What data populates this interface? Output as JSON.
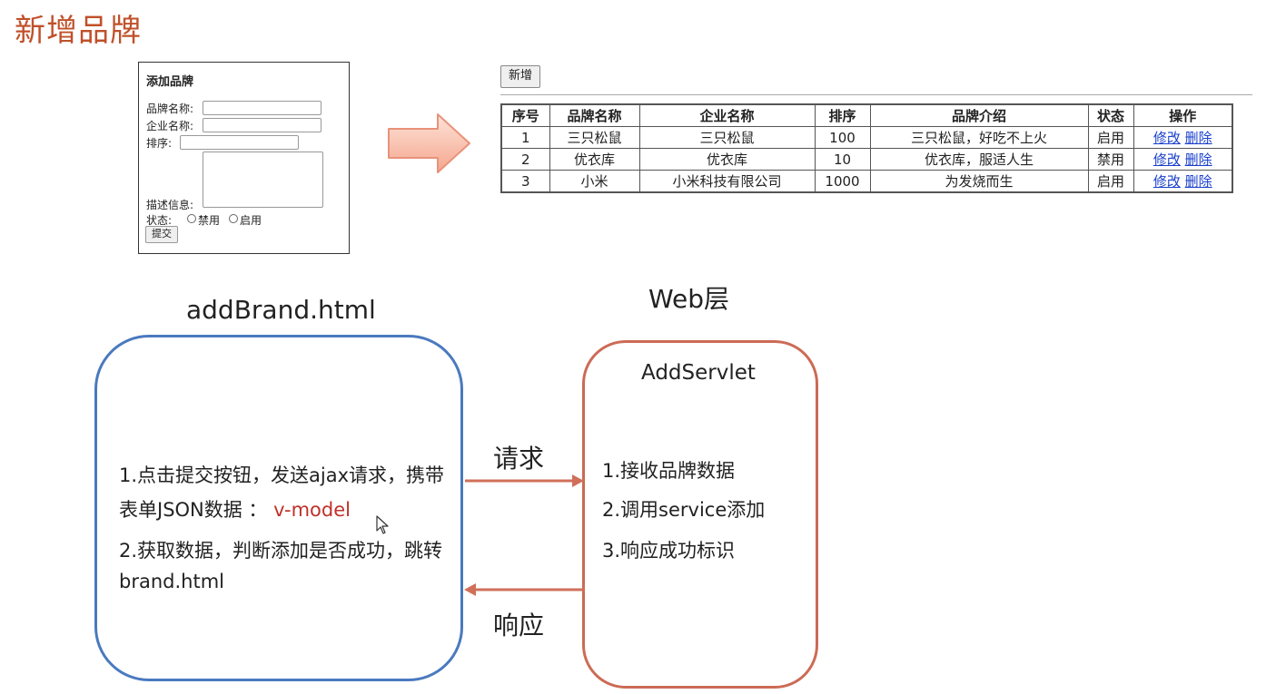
{
  "page_title": "新增品牌",
  "form": {
    "title": "添加品牌",
    "brand_name_label": "品牌名称:",
    "company_name_label": "企业名称:",
    "ordered_label": "排序:",
    "description_label": "描述信息:",
    "status_label": "状态:",
    "status_options": [
      "禁用",
      "启用"
    ],
    "submit_label": "提交"
  },
  "list": {
    "add_button": "新增",
    "headers": [
      "序号",
      "品牌名称",
      "企业名称",
      "排序",
      "品牌介绍",
      "状态",
      "操作"
    ],
    "rows": [
      {
        "id": "1",
        "brand": "三只松鼠",
        "company": "三只松鼠",
        "order": "100",
        "desc": "三只松鼠，好吃不上火",
        "status": "启用",
        "edit": "修改",
        "delete": "删除"
      },
      {
        "id": "2",
        "brand": "优衣库",
        "company": "优衣库",
        "order": "10",
        "desc": "优衣库，服适人生",
        "status": "禁用",
        "edit": "修改",
        "delete": "删除"
      },
      {
        "id": "3",
        "brand": "小米",
        "company": "小米科技有限公司",
        "order": "1000",
        "desc": "为发烧而生",
        "status": "启用",
        "edit": "修改",
        "delete": "删除"
      }
    ]
  },
  "diagram": {
    "left_title": "addBrand.html",
    "right_section_title": "Web层",
    "right_box_title": "AddServlet",
    "left_steps": {
      "step1_line1": "1.点击提交按钮，发送ajax请求，携带",
      "step1_line2": "表单JSON数据 ：",
      "step1_highlight": "v-model",
      "step2_line1": "2.获取数据，判断添加是否成功，跳转",
      "step2_line2": "brand.html"
    },
    "right_steps": [
      "1.接收品牌数据",
      "2.调用service添加",
      "3.响应成功标识"
    ],
    "request_label": "请求",
    "response_label": "响应"
  },
  "colors": {
    "title": "#c0502a",
    "left_box": "#4a7abf",
    "right_box": "#cc6b55",
    "arrows": "#d0705a",
    "highlight": "#c0302a"
  }
}
